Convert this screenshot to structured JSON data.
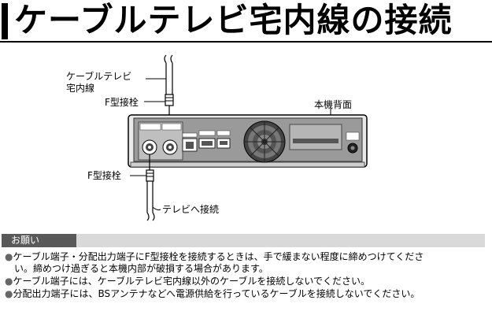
{
  "title": "ケーブルテレビ宅内線の接続",
  "diagram": {
    "cable_label_line1": "ケーブルテレビ",
    "cable_label_line2": "宅内線",
    "f_connector_top": "F型接栓",
    "f_connector_bottom": "F型接栓",
    "rear_panel_label": "本機背面",
    "to_tv_label": "テレビへ接続"
  },
  "notes": {
    "header": "お願い",
    "items": [
      {
        "line1": "ケーブル端子・分配出力端子にF型接栓を接続するときは、手で緩まない程度に締めつけてくださ",
        "line2": "い。締めつけ過ぎると本機内部が破損する場合があります。"
      },
      {
        "line1": "ケーブル端子には、ケーブルテレビ宅内線以外のケーブルを接続しないでください。"
      },
      {
        "line1": "分配出力端子には、BSアンテナなどへ電源供給を行っているケーブルを接続しないでください。"
      }
    ],
    "bullet_char": "●"
  }
}
